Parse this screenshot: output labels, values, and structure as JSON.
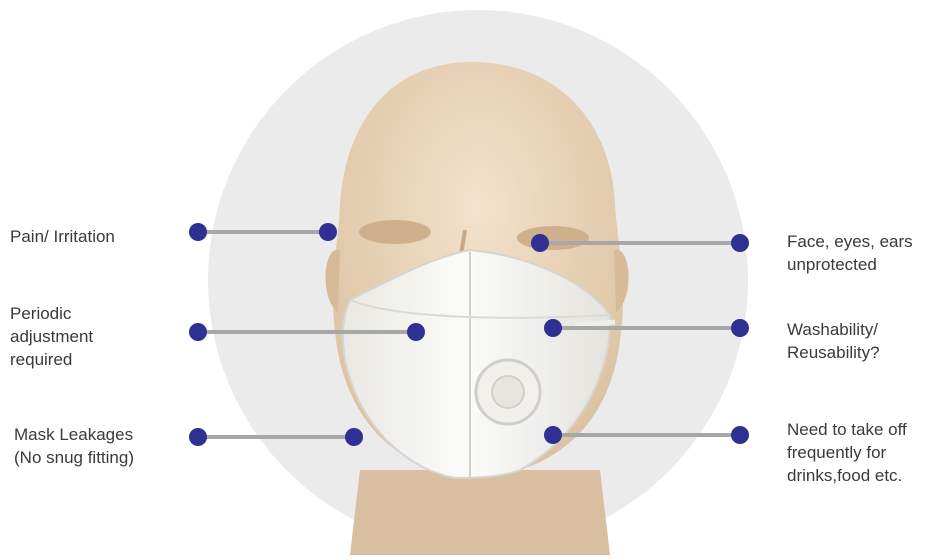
{
  "colors": {
    "marker": "#2e3192",
    "connector": "#a7a7a7",
    "backdrop": "#ebebeb",
    "skin": "#e9d3b8",
    "mask": "#f7f6f2",
    "text": "#3a3a3a"
  },
  "callouts": {
    "left": [
      {
        "lines": [
          "Pain/ Irritation"
        ]
      },
      {
        "lines": [
          "Periodic",
          "adjustment",
          "required"
        ]
      },
      {
        "lines": [
          "Mask Leakages",
          "(No snug fitting)"
        ]
      }
    ],
    "right": [
      {
        "lines": [
          "Face, eyes, ears",
          "unprotected"
        ]
      },
      {
        "lines": [
          "Washability/",
          "Reusability?"
        ]
      },
      {
        "lines": [
          "Need to take off",
          "frequently for",
          "drinks,food etc."
        ]
      }
    ]
  }
}
